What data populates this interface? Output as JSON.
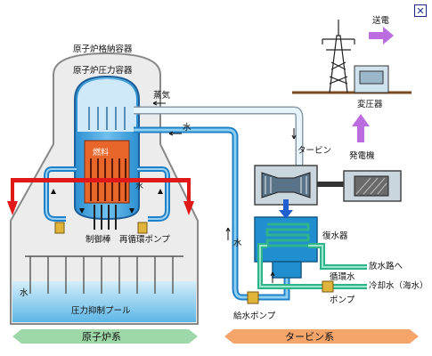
{
  "close_button": {
    "symbol": "✕",
    "icon": "close-icon"
  },
  "labels": {
    "containment_vessel": "原子炉格納容器",
    "pressure_vessel": "原子炉圧力容器",
    "steam": "蒸気",
    "water_top": "水",
    "fuel": "燃料",
    "water_core": "水",
    "control_rod": "制御棒",
    "recirc_pump": "再循環ポンプ",
    "pool_water": "水",
    "suppression_pool": "圧力抑制プール",
    "turbine": "タービン",
    "generator": "発電機",
    "transformer": "変圧器",
    "transmission": "送電",
    "water_right": "水",
    "condenser": "復水器",
    "to_outfall": "放水路へ",
    "cooling_water": "冷却水（海水）",
    "circ_pump_1": "循環水",
    "circ_pump_2": "ポンプ",
    "feed_pump": "給水ポンプ"
  },
  "bands": {
    "reactor": "原子炉系",
    "turbine": "タービン系"
  },
  "colors": {
    "steam_pipe": "#cfe7f3",
    "water": "#3aa2dd",
    "water_light": "#8fd0f2",
    "condenser_green": "#2fb38a",
    "reactor_band": "#9ed7a8",
    "turbine_band": "#f5a56a",
    "red_arrow": "#e01818",
    "blue_arrow": "#1f5fd0",
    "purple_arrow": "#bb6de0"
  }
}
